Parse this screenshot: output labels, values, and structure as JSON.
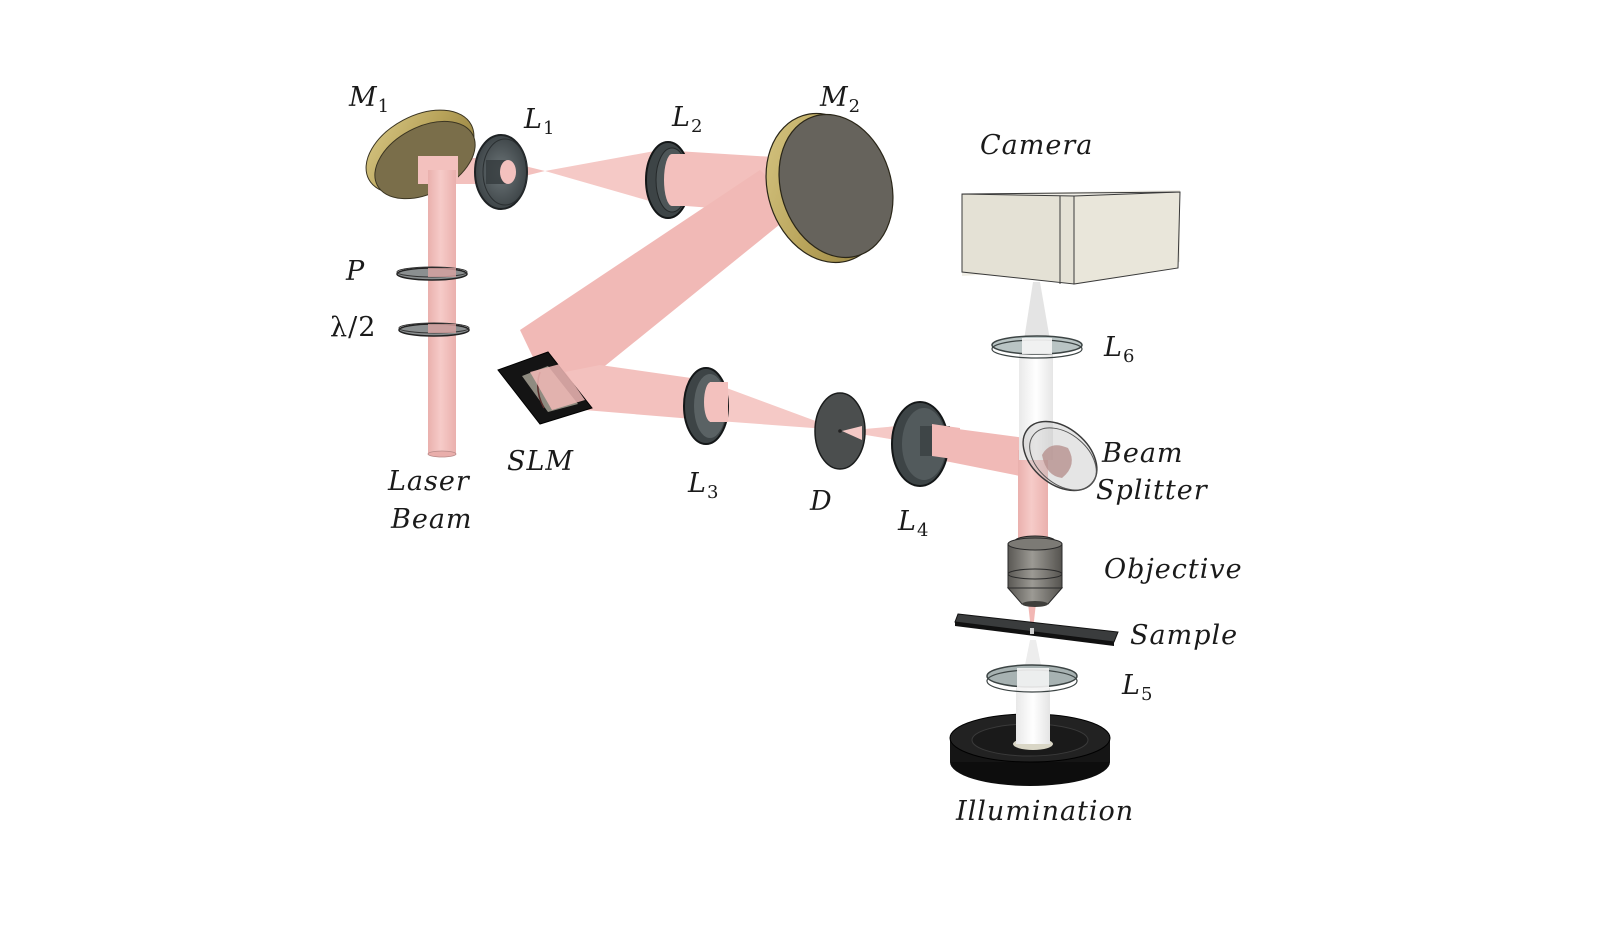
{
  "title": "Holographic optical tweezers setup schematic",
  "colors": {
    "laser_beam": "#f4c2c0",
    "laser_beam_dark": "#e8a9a6",
    "illumination_beam": "#f0f0f0",
    "mirror_rim": "#c9b76a",
    "mirror_face": "#67645d",
    "lens_dark": "#4a5255",
    "camera_body": "#e6e3d7",
    "slm_body": "#161616",
    "illumination_base": "#121212"
  },
  "components": {
    "m1": {
      "base": "M",
      "sub": "1"
    },
    "l1": {
      "base": "L",
      "sub": "1"
    },
    "l2": {
      "base": "L",
      "sub": "2"
    },
    "m2": {
      "base": "M",
      "sub": "2"
    },
    "camera": {
      "base": "Camera",
      "sub": ""
    },
    "p": {
      "base": "P",
      "sub": ""
    },
    "half_wave": {
      "base": "λ/2",
      "sub": ""
    },
    "l6": {
      "base": "L",
      "sub": "6"
    },
    "slm": {
      "base": "SLM",
      "sub": ""
    },
    "laser_beam_line1": {
      "base": "Laser",
      "sub": ""
    },
    "laser_beam_line2": {
      "base": "Beam",
      "sub": ""
    },
    "l3": {
      "base": "L",
      "sub": "3"
    },
    "d": {
      "base": "D",
      "sub": ""
    },
    "l4": {
      "base": "L",
      "sub": "4"
    },
    "beam_splitter_line1": {
      "base": "Beam",
      "sub": ""
    },
    "beam_splitter_line2": {
      "base": "Splitter",
      "sub": ""
    },
    "objective": {
      "base": "Objective",
      "sub": ""
    },
    "sample": {
      "base": "Sample",
      "sub": ""
    },
    "l5": {
      "base": "L",
      "sub": "5"
    },
    "illumination": {
      "base": "Illumination",
      "sub": ""
    }
  }
}
